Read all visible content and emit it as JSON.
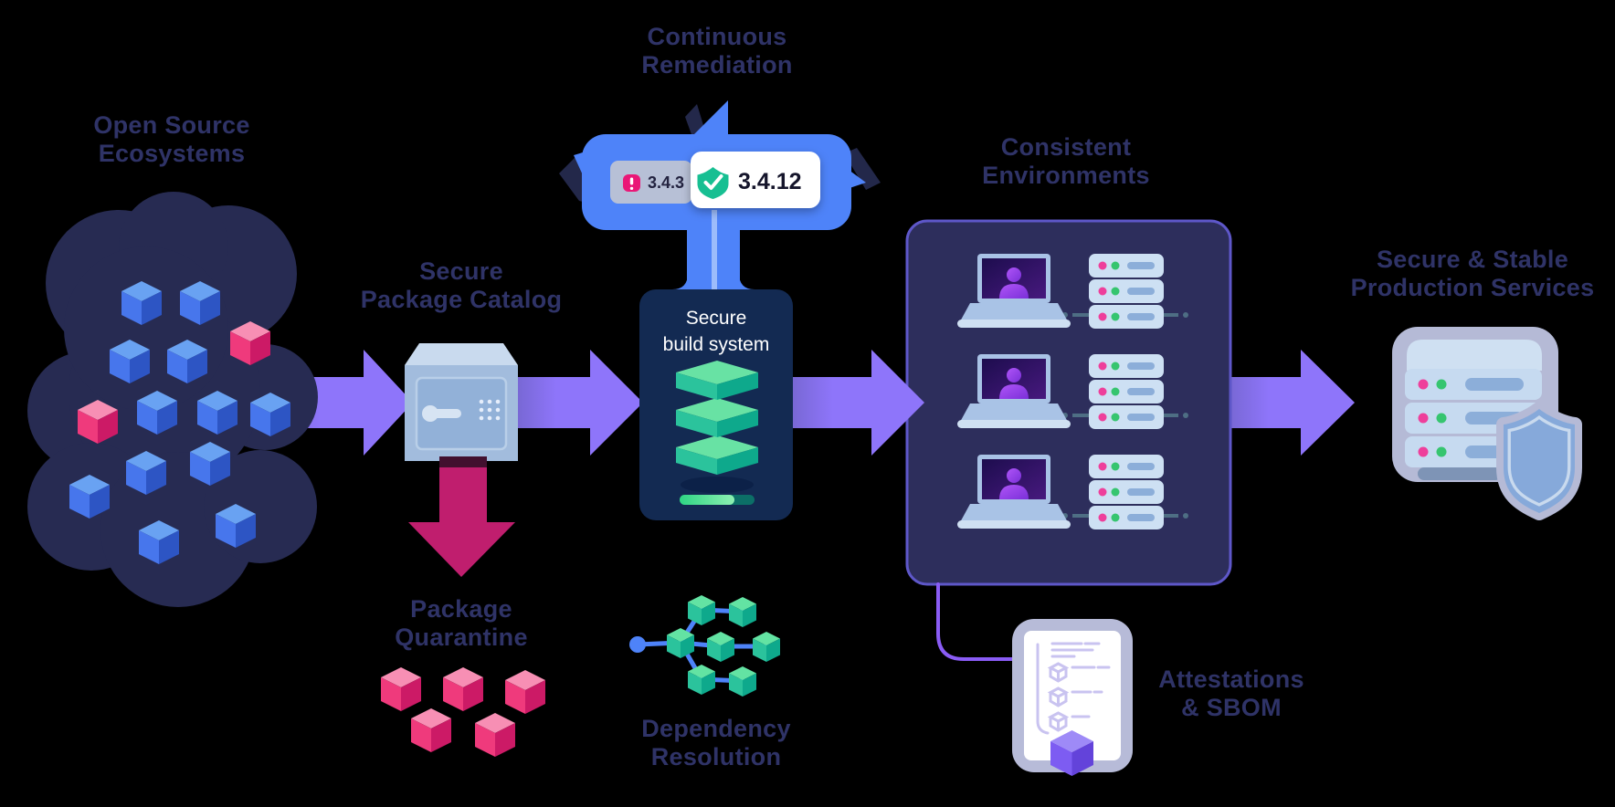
{
  "diagram_title": "",
  "colors": {
    "background": "#000000",
    "label_text": "#2f3367",
    "cloud": "#272b52",
    "flow_arrow": "#8e75fa",
    "quarantine_arrow": "#c01e6e",
    "remediation_blue": "#4e83f9",
    "build_box": "#132a52",
    "environments_panel": "#2d2e5c",
    "environments_border": "#5e57c9",
    "alert_pink": "#ea1777",
    "shield_green": "#17bf92",
    "cube_blue": "#4776ec",
    "cube_pink": "#ef3a7c",
    "cube_green": "#2bc39c",
    "cube_purple": "#7d5cf2"
  },
  "nodes": {
    "open_source_ecosystems": {
      "label_line1": "Open Source",
      "label_line2": "Ecosystems"
    },
    "secure_package_catalog": {
      "label_line1": "Secure",
      "label_line2": "Package Catalog"
    },
    "package_quarantine": {
      "label_line1": "Package",
      "label_line2": "Quarantine"
    },
    "continuous_remediation": {
      "label_line1": "Continuous",
      "label_line2": "Remediation",
      "vulnerable_version": "3.4.3",
      "fixed_version": "3.4.12"
    },
    "secure_build_system": {
      "label_line1": "Secure",
      "label_line2": "build system"
    },
    "dependency_resolution": {
      "label_line1": "Dependency",
      "label_line2": "Resolution"
    },
    "consistent_environments": {
      "label_line1": "Consistent",
      "label_line2": "Environments"
    },
    "attestations_sbom": {
      "label_line1": "Attestations",
      "label_line2": "& SBOM"
    },
    "production_services": {
      "label_line1": "Secure & Stable",
      "label_line2": "Production Services"
    }
  }
}
